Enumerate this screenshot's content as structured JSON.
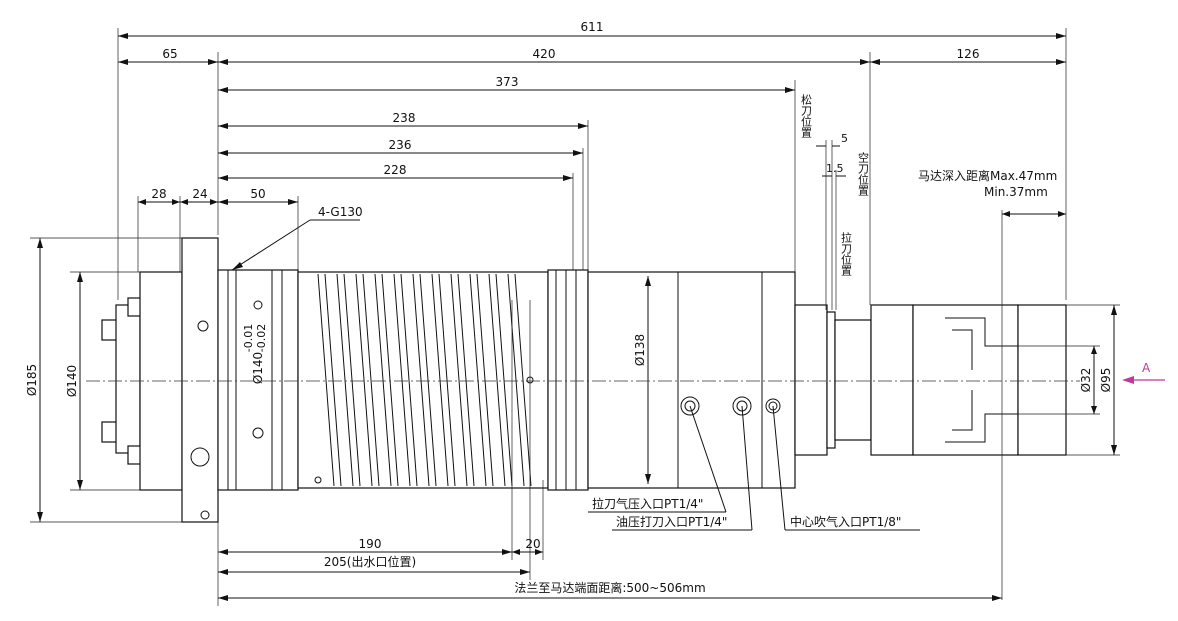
{
  "dimensions": {
    "overall": "611",
    "left_part": "65",
    "middle_part": "420",
    "right_part": "126",
    "d373": "373",
    "d238": "238",
    "d236": "236",
    "d228": "228",
    "d28": "28",
    "d24": "24",
    "d50": "50",
    "d190": "190",
    "d20": "20",
    "d205": "205(出水口位置)",
    "flange_to_motor": "法兰至马达端面距离:500~506mm",
    "d5": "5",
    "d15": "1.5"
  },
  "diameters": {
    "d185": "Ø185",
    "d140_flange": "Ø140",
    "d140_body": "Ø140",
    "d140_tol_upper": "-0.01",
    "d140_tol_lower": "-0.02",
    "d138": "Ø138",
    "d32": "Ø32",
    "d95": "Ø95"
  },
  "labels": {
    "thread": "4-G130",
    "release_position": "松刀位置",
    "empty_position": "空刀位置",
    "pull_position": "拉刀位置",
    "motor_depth_max": "马达深入距离Max.47mm",
    "motor_depth_min": "Min.37mm",
    "view_arrow": "A",
    "pull_air_port": "拉刀气压入口PT1/4\"",
    "oil_port": "油压打刀入口PT1/4\"",
    "center_air_port": "中心吹气入口PT1/8\""
  },
  "colors": {
    "line": "#111111",
    "view_arrow": "#c0399a"
  }
}
